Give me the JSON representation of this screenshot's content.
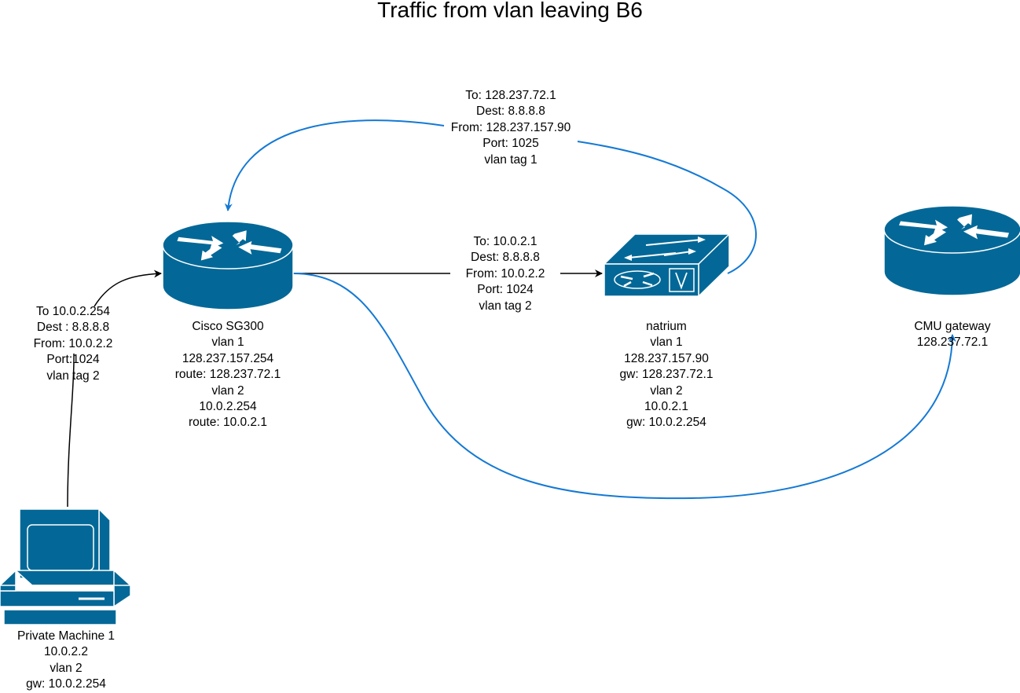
{
  "title": "Traffic from vlan leaving B6",
  "colors": {
    "device_fill": "#036897",
    "device_stroke": "#ffffff",
    "arrow_blue": "#1479d4",
    "arrow_black": "#000000"
  },
  "icons": {
    "router_cisco": "router-icon",
    "switch_natrium": "layer3-switch-icon",
    "router_gateway": "router-icon",
    "private_machine": "workstation-icon"
  },
  "devices": {
    "cisco": {
      "lines": [
        "Cisco SG300",
        "vlan 1",
        "128.237.157.254",
        "route: 128.237.72.1",
        "vlan 2",
        "10.0.2.254",
        "route: 10.0.2.1"
      ]
    },
    "natrium": {
      "lines": [
        "natrium",
        "vlan 1",
        "128.237.157.90",
        "gw: 128.237.72.1",
        "vlan 2",
        "10.0.2.1",
        "gw: 10.0.2.254"
      ]
    },
    "gateway": {
      "lines": [
        "CMU gateway",
        "128.237.72.1"
      ]
    },
    "pc": {
      "lines": [
        "Private Machine 1",
        "10.0.2.2",
        "vlan 2",
        "gw: 10.0.2.254"
      ]
    }
  },
  "packets": {
    "pc_to_cisco": {
      "lines": [
        "To 10.0.2.254",
        "Dest : 8.8.8.8",
        "From: 10.0.2.2",
        "Port:1024",
        "vlan tag 2"
      ]
    },
    "cisco_to_natrium": {
      "lines": [
        "To: 10.0.2.1",
        "Dest: 8.8.8.8",
        "From: 10.0.2.2",
        "Port: 1024",
        "vlan tag 2"
      ]
    },
    "natrium_to_cisco": {
      "lines": [
        "To: 128.237.72.1",
        "Dest: 8.8.8.8",
        "From: 128.237.157.90",
        "Port: 1025",
        "vlan tag 1"
      ]
    }
  }
}
